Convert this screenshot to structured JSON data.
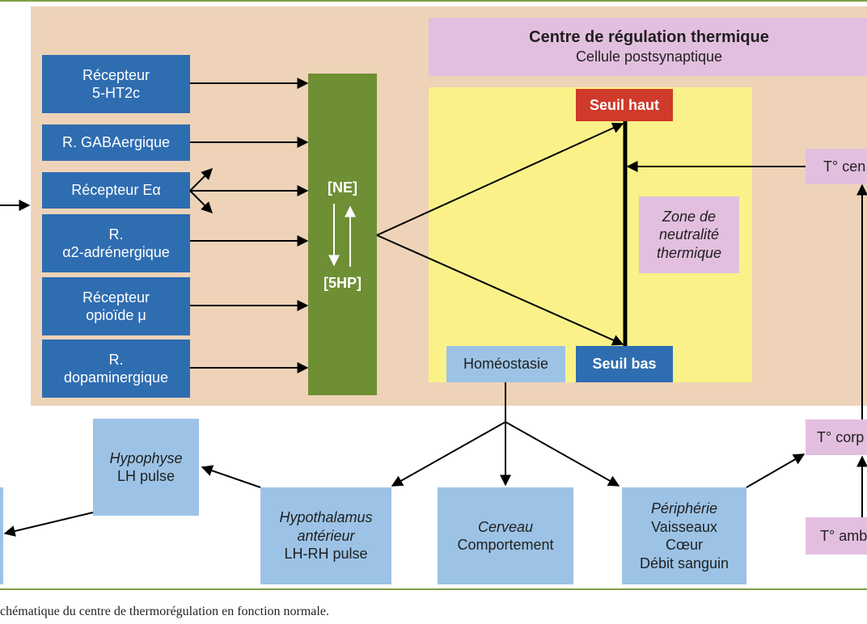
{
  "receptors": [
    {
      "line1": "Récepteur",
      "line2": "5-HT2c"
    },
    {
      "line1": "R. GABAergique",
      "line2": ""
    },
    {
      "line1": "Récepteur Eα",
      "line2": ""
    },
    {
      "line1": "R.",
      "line2": "α2-adrénergique"
    },
    {
      "line1": "Récepteur",
      "line2": "opioïde μ"
    },
    {
      "line1": "R.",
      "line2": "dopaminergique"
    }
  ],
  "ne_label": "[NE]",
  "hp_label": "[5HP]",
  "centre": {
    "title": "Centre de régulation thermique",
    "subtitle": "Cellule postsynaptique"
  },
  "seuil_haut": "Seuil haut",
  "seuil_bas": "Seuil bas",
  "zone": {
    "line1": "Zone de",
    "line2": "neutralité",
    "line3": "thermique"
  },
  "homeostasie": "Homéostasie",
  "t_centrale": "T° cen",
  "t_corporelle": "T° corp",
  "t_ambiante": "T° amb",
  "hypophyse": {
    "line1": "Hypophyse",
    "line2": "LH pulse"
  },
  "hypothalamus": {
    "line1": "Hypothalamus",
    "line2": "antérieur",
    "line3": "LH-RH pulse"
  },
  "cerveau": {
    "line1": "Cerveau",
    "line2": "Comportement"
  },
  "peripherie": {
    "line1": "Périphérie",
    "line2": "Vaisseaux",
    "line3": "Cœur",
    "line4": "Débit sanguin"
  },
  "caption": "chématique du centre de thermorégulation en fonction normale.",
  "colors": {
    "panel": "#eed3b8",
    "receptor": "#2f6db1",
    "green": "#6e8f34",
    "yellow": "#faf289",
    "pink": "#e3bfdf",
    "light_blue": "#9cc3e5",
    "red": "#cf3a2a",
    "frame": "#7f9f46"
  }
}
